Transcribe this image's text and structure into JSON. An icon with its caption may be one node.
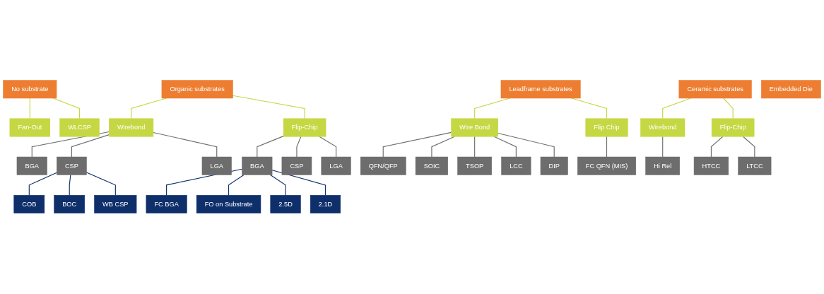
{
  "diagram": {
    "nodes": [
      {
        "text": [
          "No substrate"
        ]
      },
      {
        "text": [
          "Fan-Out"
        ]
      },
      {
        "text": [
          "WLCSP"
        ]
      },
      {
        "text": [
          "Organic substrates"
        ]
      },
      {
        "text": [
          "Wirebond"
        ]
      },
      {
        "text": [
          "Flip-Chip"
        ]
      },
      {
        "text": [
          "BGA"
        ]
      },
      {
        "text": [
          "CSP"
        ]
      },
      {
        "text": [
          "LGA"
        ]
      },
      {
        "text": [
          "COB"
        ]
      },
      {
        "text": [
          "BOC"
        ]
      },
      {
        "text": [
          "WB CSP"
        ]
      },
      {
        "text": [
          "BGA"
        ]
      },
      {
        "text": [
          "CSP"
        ]
      },
      {
        "text": [
          "LGA"
        ]
      },
      {
        "text": [
          "FC BGA"
        ]
      },
      {
        "text": [
          "FO on Substrate"
        ]
      },
      {
        "text": [
          "2.5D"
        ]
      },
      {
        "text": [
          "2.1D"
        ]
      },
      {
        "text": [
          "Leadframe substrates"
        ]
      },
      {
        "text": [
          "Wire Bond"
        ]
      },
      {
        "text": [
          "Flip Chip"
        ]
      },
      {
        "text": [
          "QFN/QFP"
        ]
      },
      {
        "text": [
          "SOIC"
        ]
      },
      {
        "text": [
          "TSOP"
        ]
      },
      {
        "text": [
          "LCC"
        ]
      },
      {
        "text": [
          "DIP"
        ]
      },
      {
        "text": [
          "FC QFN (MIS)"
        ]
      },
      {
        "text": [
          "Ceramic substrates"
        ]
      },
      {
        "text": [
          "Wirebond"
        ]
      },
      {
        "text": [
          "Flip-Chip"
        ]
      },
      {
        "text": [
          "Hi Rel"
        ]
      },
      {
        "text": [
          "HTCC"
        ]
      },
      {
        "text": [
          "LTCC"
        ]
      },
      {
        "text": [
          "Embedded Die"
        ]
      }
    ],
    "edges": [
      {
        "from": 0,
        "to": 1,
        "arrow": "none",
        "color": "#c4d843"
      },
      {
        "from": 0,
        "to": 2,
        "arrow": "none",
        "color": "#c4d843"
      },
      {
        "from": 3,
        "to": 4,
        "arrow": "none",
        "color": "#c4d843"
      },
      {
        "from": 3,
        "to": 5,
        "arrow": "none",
        "color": "#c4d843"
      },
      {
        "from": 4,
        "to": 6,
        "arrow": "none"
      },
      {
        "from": 4,
        "to": 7,
        "arrow": "none"
      },
      {
        "from": 4,
        "to": 8,
        "arrow": "none"
      },
      {
        "from": 7,
        "to": 9,
        "arrow": "none",
        "color": "#0f2f6b"
      },
      {
        "from": 7,
        "to": 10,
        "arrow": "none",
        "color": "#0f2f6b"
      },
      {
        "from": 7,
        "to": 11,
        "arrow": "none",
        "color": "#0f2f6b"
      },
      {
        "from": 5,
        "to": 12,
        "arrow": "none"
      },
      {
        "from": 5,
        "to": 13,
        "arrow": "none"
      },
      {
        "from": 5,
        "to": 14,
        "arrow": "none"
      },
      {
        "from": 12,
        "to": 15,
        "arrow": "none",
        "color": "#0f2f6b"
      },
      {
        "from": 12,
        "to": 16,
        "arrow": "none",
        "color": "#0f2f6b"
      },
      {
        "from": 12,
        "to": 17,
        "arrow": "none",
        "color": "#0f2f6b"
      },
      {
        "from": 12,
        "to": 18,
        "arrow": "none",
        "color": "#0f2f6b"
      },
      {
        "from": 19,
        "to": 20,
        "arrow": "none",
        "color": "#c4d843"
      },
      {
        "from": 19,
        "to": 21,
        "arrow": "none",
        "color": "#c4d843"
      },
      {
        "from": 20,
        "to": 22,
        "arrow": "none"
      },
      {
        "from": 20,
        "to": 23,
        "arrow": "none"
      },
      {
        "from": 20,
        "to": 24,
        "arrow": "none"
      },
      {
        "from": 20,
        "to": 25,
        "arrow": "none"
      },
      {
        "from": 20,
        "to": 26,
        "arrow": "none"
      },
      {
        "from": 21,
        "to": 27,
        "arrow": "none"
      },
      {
        "from": 28,
        "to": 29,
        "arrow": "none",
        "color": "#c4d843"
      },
      {
        "from": 28,
        "to": 30,
        "arrow": "none",
        "color": "#c4d843"
      },
      {
        "from": 29,
        "to": 31,
        "arrow": "none"
      },
      {
        "from": 30,
        "to": 32,
        "arrow": "none"
      },
      {
        "from": 30,
        "to": 33,
        "arrow": "none"
      }
    ]
  }
}
